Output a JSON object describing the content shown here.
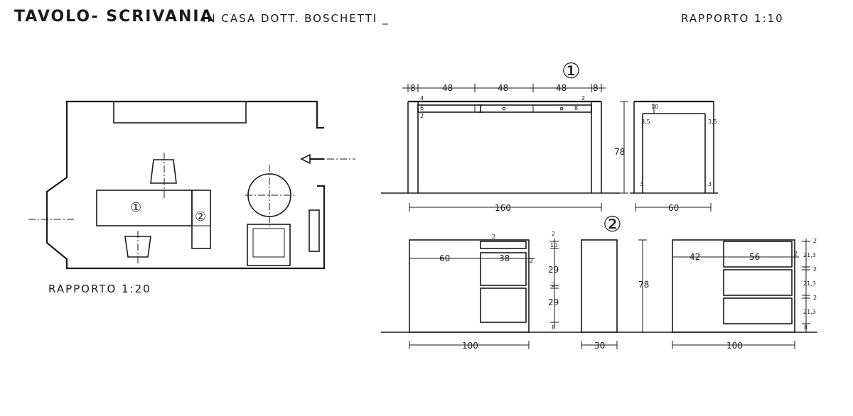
{
  "header": {
    "title": "TAVOLO- SCRIVANIA",
    "subtitle": "IN CASA DOTT. BOSCHETTI _",
    "scale": "RAPPORTO 1:10"
  },
  "plan": {
    "scale": "RAPPORTO 1:20",
    "marker_desk": "①",
    "marker_cabinet": "②"
  },
  "view1": {
    "label": "①",
    "widths": [
      "8",
      "48",
      "48",
      "48",
      "8"
    ],
    "small_top": [
      "4",
      "6",
      "2",
      "2"
    ],
    "drawer_side": [
      "2",
      "8"
    ],
    "total_width": "160",
    "height": "78",
    "side_top": "10",
    "side_left": "3,5",
    "side_right": "3,5",
    "side_leg_left": "3",
    "side_leg_right": "3",
    "side_depth": "60"
  },
  "view2": {
    "label": "②",
    "front_left": "60",
    "front_drawer": "38",
    "front_side": "2",
    "front_top": [
      "2",
      "10",
      "29",
      "2",
      "29",
      "8"
    ],
    "front_width": "100",
    "side_height": "78",
    "side_depth": "30",
    "back_left": "42",
    "back_drawer": "56",
    "back_side": "2",
    "back_right": [
      "2",
      "21,3",
      "2",
      "21,3",
      "2",
      "21,3",
      "8"
    ],
    "back_width": "100"
  }
}
